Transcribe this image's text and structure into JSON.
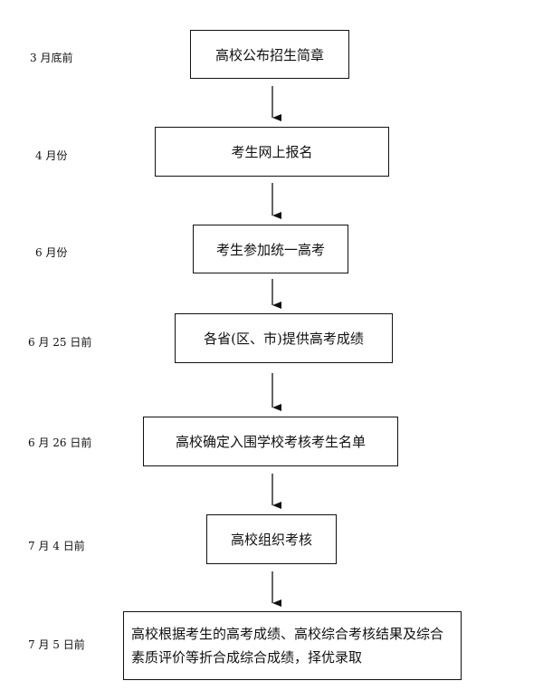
{
  "steps": [
    {
      "date": "3 月底前",
      "text": "高校公布招生简章"
    },
    {
      "date": "4 月份",
      "text": "考生网上报名"
    },
    {
      "date": "6 月份",
      "text": "考生参加统一高考"
    },
    {
      "date": "6 月 25 日前",
      "text": "各省(区、市)提供高考成绩"
    },
    {
      "date": "6 月 26 日前",
      "text": "高校确定入围学校考核考生名单"
    },
    {
      "date": "7 月 4 日前",
      "text": "高校组织考核"
    },
    {
      "date": "7 月 5 日前",
      "text_lines": [
        "高校根据考生的高考成绩、高校综合考核结果及综合",
        "素质评价等折合成综合成绩，择优录取"
      ]
    }
  ]
}
